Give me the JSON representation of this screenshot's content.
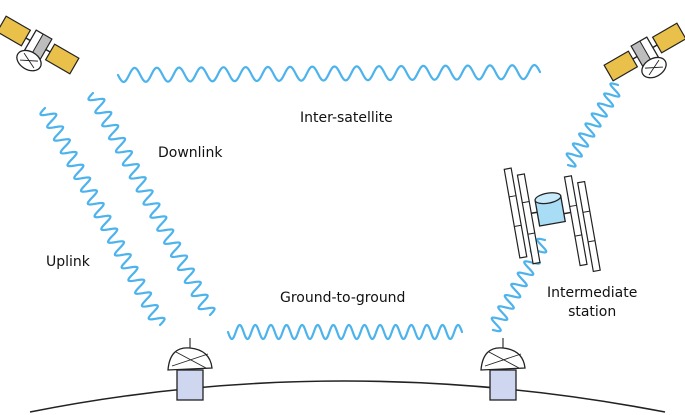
{
  "labels": {
    "inter_satellite": "Inter-satellite",
    "downlink": "Downlink",
    "uplink": "Uplink",
    "ground_to_ground": "Ground-to-ground",
    "intermediate_station_line1": "Intermediate",
    "intermediate_station_line2": "station"
  },
  "colors": {
    "wave": "#4db3ec",
    "solar_panel": "#e8c04a",
    "relay_body": "#a9dcf5",
    "dish_mount": "#cfd6ef",
    "outline": "#222222"
  },
  "icons": [
    "satellite-icon",
    "ground-dish-icon",
    "relay-station-icon",
    "signal-wave"
  ]
}
